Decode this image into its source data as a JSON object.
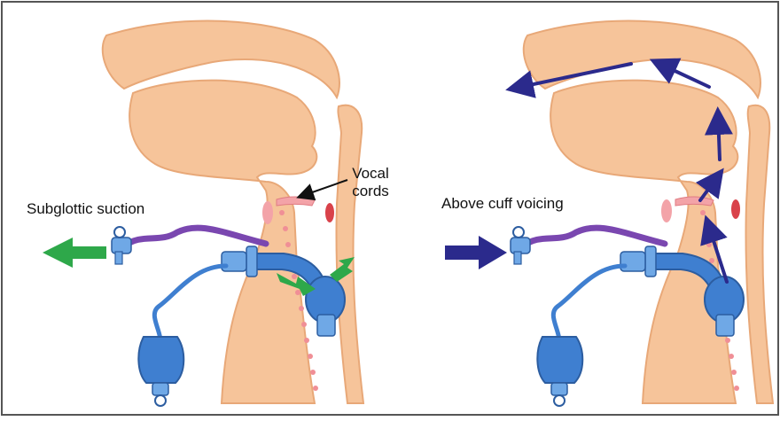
{
  "figure": {
    "left_panel": {
      "label": "Subglottic suction",
      "vocal_cords_label": "Vocal cords",
      "arrow_color": "#2ea84a"
    },
    "right_panel": {
      "label": "Above cuff voicing",
      "arrow_color": "#2b2a8c"
    },
    "colors": {
      "tissue": "#f6c49a",
      "tissue_outline": "#e8a878",
      "tube_blue": "#3f7fd0",
      "tube_light": "#6fa8e6",
      "suction_line": "#7a47b0",
      "vocal_cords": "#f3a3a8",
      "vertebra_dots": "#f08f96",
      "border": "#555555"
    }
  }
}
